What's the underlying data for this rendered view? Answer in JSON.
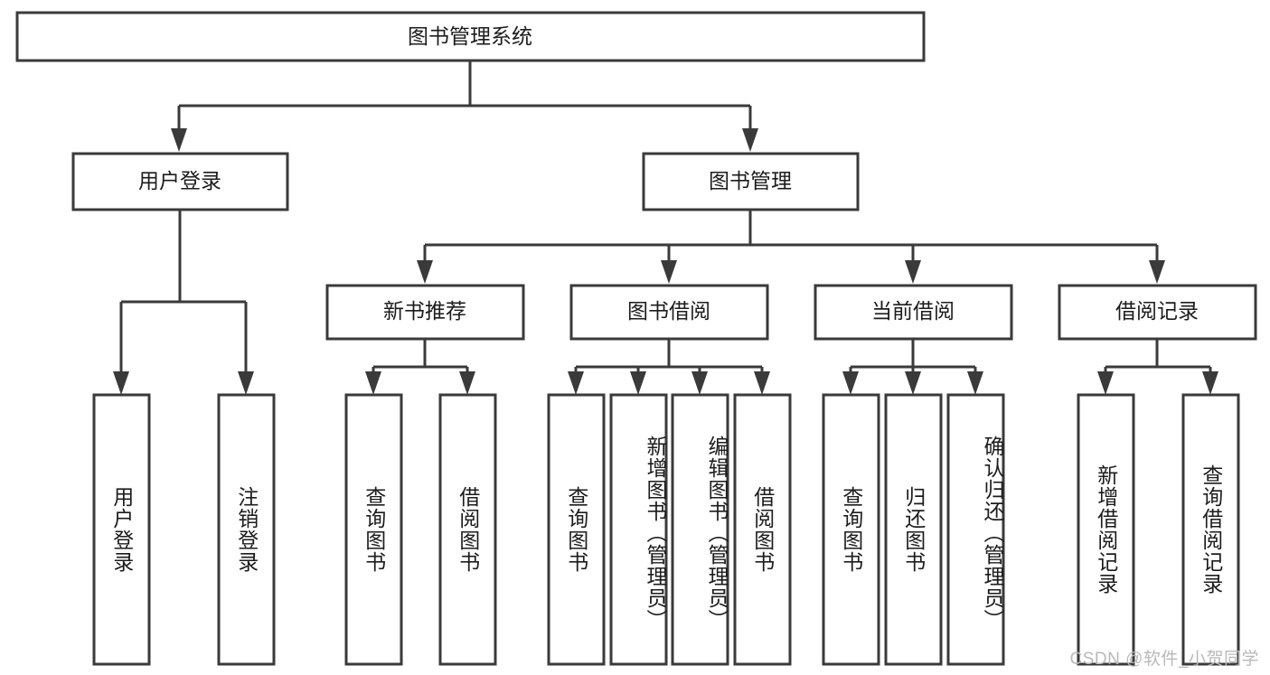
{
  "diagram": {
    "title": "图书管理系统",
    "type": "hierarchy-tree",
    "orientation": "top-down",
    "colors": {
      "stroke": "#3a3a3a",
      "fill": "#ffffff",
      "text": "#1c1c1c",
      "watermark": "#b9b9b9"
    },
    "root": {
      "label": "图书管理系统"
    },
    "level2": [
      {
        "id": "user-login",
        "label": "用户登录"
      },
      {
        "id": "book-management",
        "label": "图书管理"
      }
    ],
    "level3": [
      {
        "id": "new-book-recommend",
        "label": "新书推荐",
        "parent": "book-management"
      },
      {
        "id": "book-borrow",
        "label": "图书借阅",
        "parent": "book-management"
      },
      {
        "id": "current-borrow",
        "label": "当前借阅",
        "parent": "book-management"
      },
      {
        "id": "borrow-record",
        "label": "借阅记录",
        "parent": "book-management"
      }
    ],
    "leaves": [
      {
        "id": "leaf-user-login",
        "label": "用户登录",
        "parent": "user-login"
      },
      {
        "id": "leaf-user-logout",
        "label": "注销登录",
        "parent": "user-login"
      },
      {
        "id": "leaf-query-book-1",
        "label": "查询图书",
        "parent": "new-book-recommend"
      },
      {
        "id": "leaf-borrow-book-1",
        "label": "借阅图书",
        "parent": "new-book-recommend"
      },
      {
        "id": "leaf-query-book-2",
        "label": "查询图书",
        "parent": "book-borrow"
      },
      {
        "id": "leaf-add-book",
        "label": "新增图书（管理员）",
        "parent": "book-borrow"
      },
      {
        "id": "leaf-edit-book",
        "label": "编辑图书（管理员）",
        "parent": "book-borrow"
      },
      {
        "id": "leaf-borrow-book-2",
        "label": "借阅图书",
        "parent": "book-borrow"
      },
      {
        "id": "leaf-query-book-3",
        "label": "查询图书",
        "parent": "current-borrow"
      },
      {
        "id": "leaf-return-book",
        "label": "归还图书",
        "parent": "current-borrow"
      },
      {
        "id": "leaf-confirm-return",
        "label": "确认归还（管理员）",
        "parent": "current-borrow"
      },
      {
        "id": "leaf-add-record",
        "label": "新增借阅记录",
        "parent": "borrow-record"
      },
      {
        "id": "leaf-query-record",
        "label": "查询借阅记录",
        "parent": "borrow-record"
      }
    ]
  },
  "watermark": {
    "text": "CSDN @软件_小贺同学"
  }
}
